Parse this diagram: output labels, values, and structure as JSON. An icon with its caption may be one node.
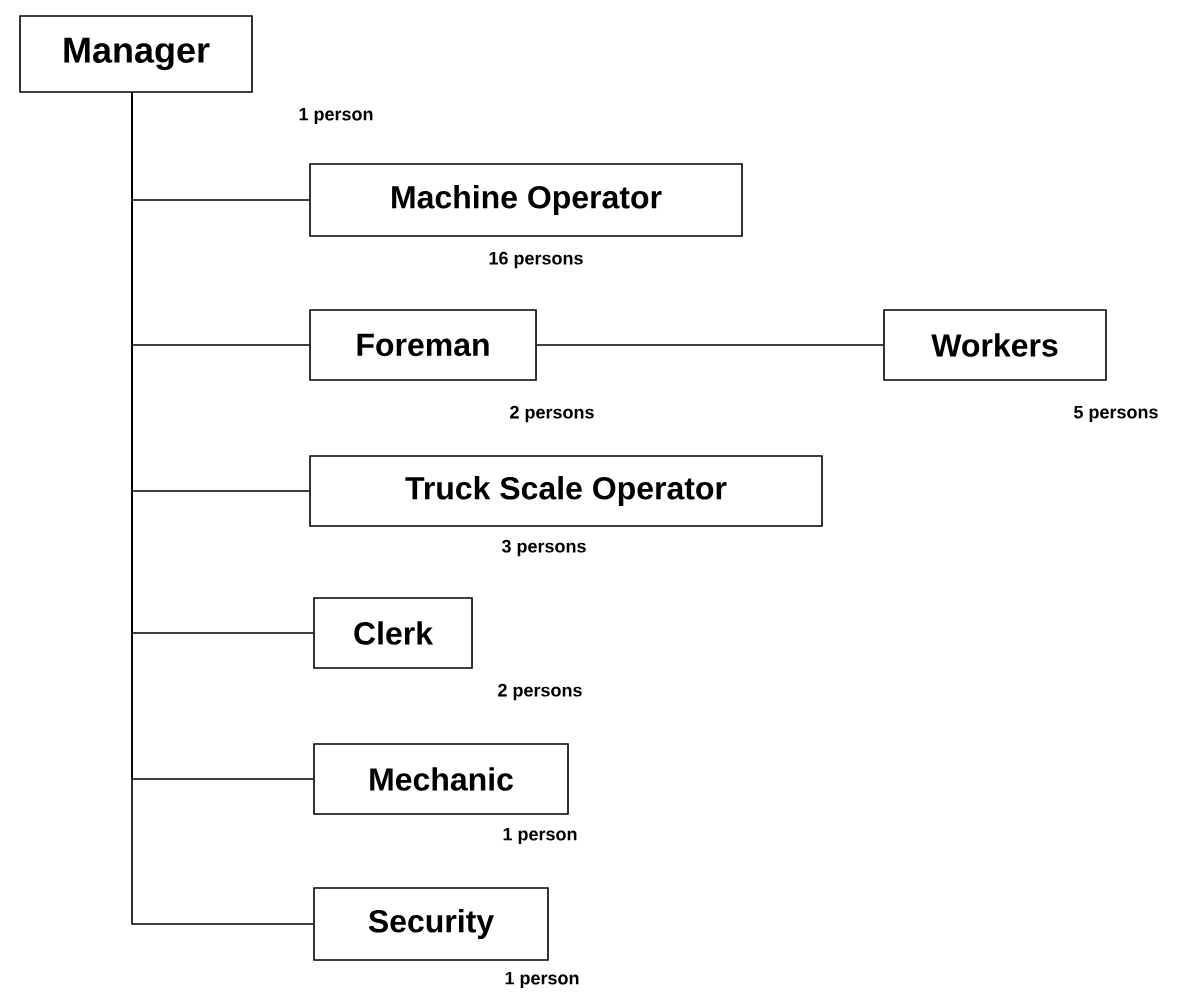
{
  "diagram": {
    "nodes": [
      {
        "text": [
          "Manager"
        ],
        "beside": [
          "1 person"
        ]
      },
      {
        "text": [
          "Machine Operator"
        ],
        "beside": [
          "16 persons"
        ]
      },
      {
        "text": [
          "Foreman"
        ],
        "beside": [
          "2 persons"
        ]
      },
      {
        "text": [
          "Workers"
        ],
        "beside": [
          "5 persons"
        ]
      },
      {
        "text": [
          "Truck Scale Operator"
        ],
        "beside": [
          "3 persons"
        ]
      },
      {
        "text": [
          "Clerk"
        ],
        "beside": [
          "2 persons"
        ]
      },
      {
        "text": [
          "Mechanic"
        ],
        "beside": [
          "1 person"
        ]
      },
      {
        "text": [
          "Security"
        ],
        "beside": [
          "1 person"
        ]
      }
    ],
    "edges": [
      {
        "from": 0,
        "to": 1,
        "arrow": "none"
      },
      {
        "from": 0,
        "to": 2,
        "arrow": "none"
      },
      {
        "from": 2,
        "to": 3,
        "arrow": "none"
      },
      {
        "from": 0,
        "to": 4,
        "arrow": "none"
      },
      {
        "from": 0,
        "to": 5,
        "arrow": "none"
      },
      {
        "from": 0,
        "to": 6,
        "arrow": "none"
      },
      {
        "from": 0,
        "to": 7,
        "arrow": "none"
      }
    ]
  }
}
